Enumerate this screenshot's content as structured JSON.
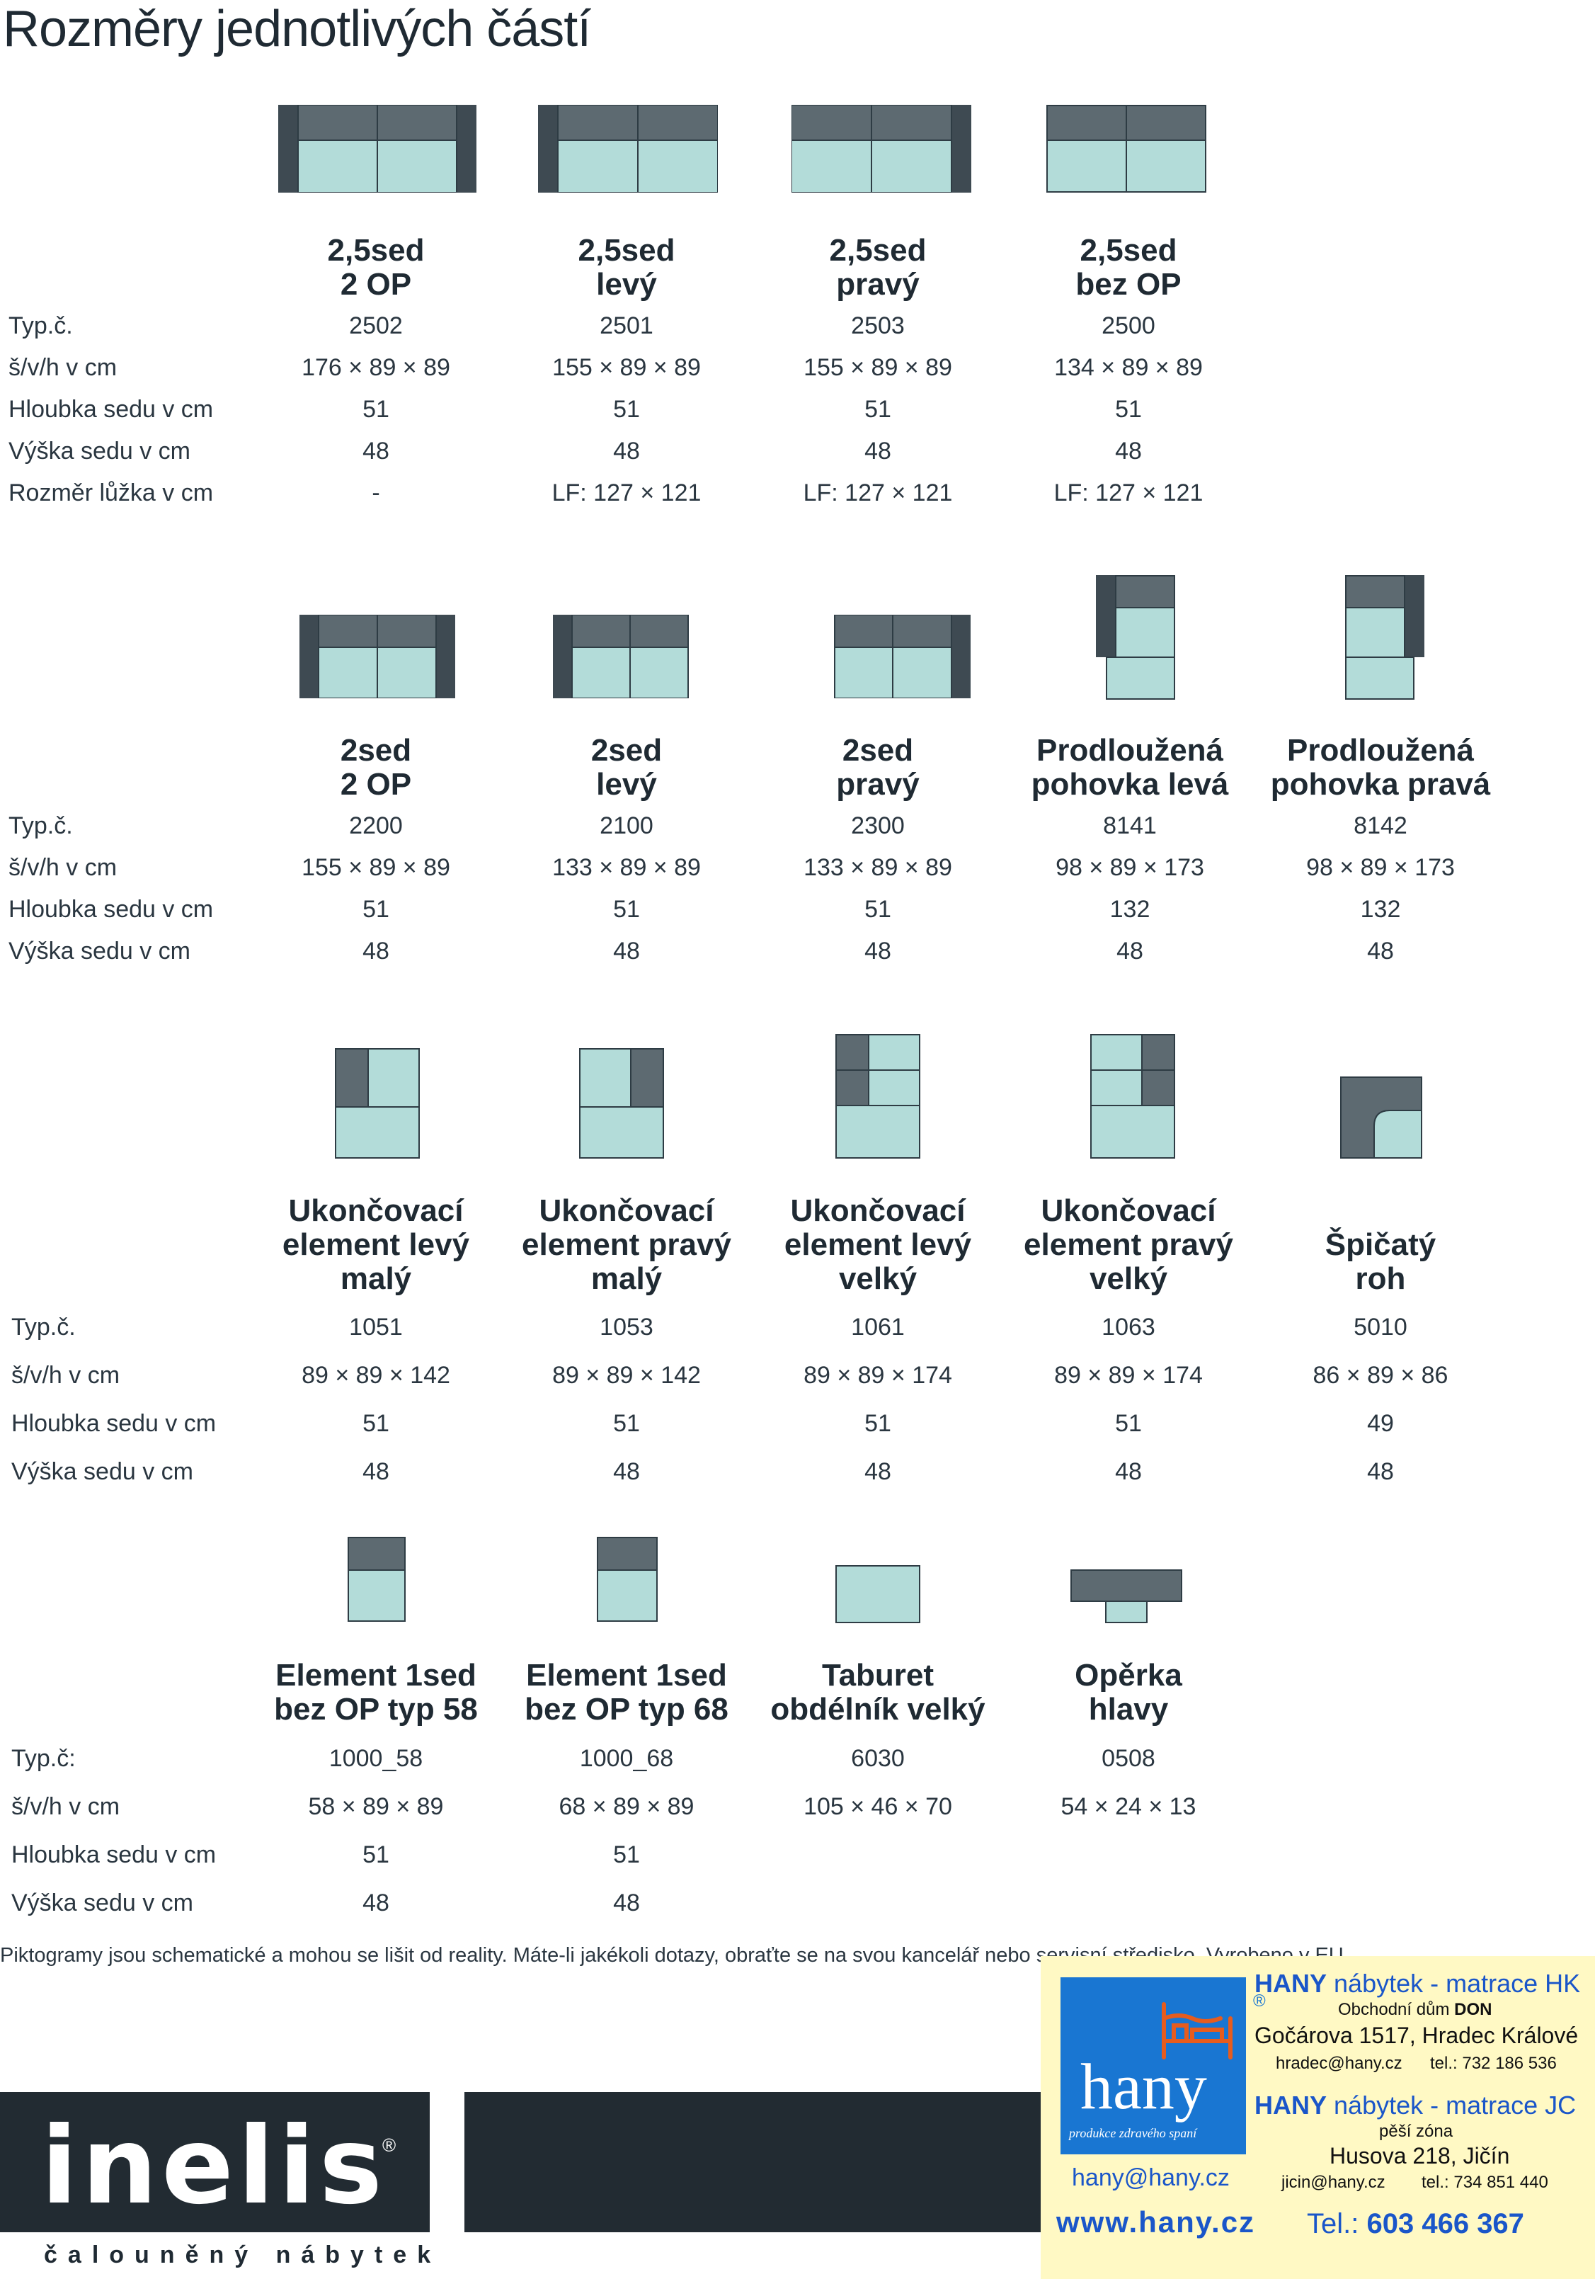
{
  "title": "Rozměry jednotlivých částí",
  "colors": {
    "upholstery": "#b3dcd9",
    "backrest": "#5d6a71",
    "armrest": "#3e4a52",
    "outline": "#2e3c44"
  },
  "sections": [
    {
      "labels": [
        "Typ.č.",
        "š/v/h v cm",
        "Hloubka sedu v cm",
        "Výška sedu v cm",
        "Rozměr lůžka v cm"
      ],
      "items": [
        {
          "name": [
            "2,5sed",
            "2 OP"
          ],
          "values": [
            "2502",
            "176 × 89 × 89",
            "51",
            "48",
            "-"
          ]
        },
        {
          "name": [
            "2,5sed",
            "levý"
          ],
          "values": [
            "2501",
            "155 × 89 × 89",
            "51",
            "48",
            "LF: 127 × 121"
          ]
        },
        {
          "name": [
            "2,5sed",
            "pravý"
          ],
          "values": [
            "2503",
            "155 × 89 × 89",
            "51",
            "48",
            "LF: 127 × 121"
          ]
        },
        {
          "name": [
            "2,5sed",
            "bez OP"
          ],
          "values": [
            "2500",
            "134 × 89 × 89",
            "51",
            "48",
            "LF: 127 × 121"
          ]
        }
      ]
    },
    {
      "labels": [
        "Typ.č.",
        "š/v/h v cm",
        "Hloubka sedu v cm",
        "Výška sedu v cm"
      ],
      "items": [
        {
          "name": [
            "2sed",
            "2 OP"
          ],
          "values": [
            "2200",
            "155 × 89 × 89",
            "51",
            "48"
          ]
        },
        {
          "name": [
            "2sed",
            "levý"
          ],
          "values": [
            "2100",
            "133 × 89 × 89",
            "51",
            "48"
          ]
        },
        {
          "name": [
            "2sed",
            "pravý"
          ],
          "values": [
            "2300",
            "133 × 89 × 89",
            "51",
            "48"
          ]
        },
        {
          "name": [
            "Prodloužená",
            "pohovka levá"
          ],
          "values": [
            "8141",
            "98 × 89 × 173",
            "132",
            "48"
          ]
        },
        {
          "name": [
            "Prodloužená",
            "pohovka pravá"
          ],
          "values": [
            "8142",
            "98 × 89 × 173",
            "132",
            "48"
          ]
        }
      ]
    },
    {
      "labels": [
        "Typ.č.",
        "š/v/h v cm",
        "Hloubka sedu v cm",
        "Výška sedu v cm"
      ],
      "items": [
        {
          "name": [
            "Ukončovací",
            "element levý",
            "malý"
          ],
          "values": [
            "1051",
            "89 × 89 × 142",
            "51",
            "48"
          ]
        },
        {
          "name": [
            "Ukončovací",
            "element pravý",
            "malý"
          ],
          "values": [
            "1053",
            "89 × 89 × 142",
            "51",
            "48"
          ]
        },
        {
          "name": [
            "Ukončovací",
            "element levý",
            "velký"
          ],
          "values": [
            "1061",
            "89 × 89 × 174",
            "51",
            "48"
          ]
        },
        {
          "name": [
            "Ukončovací",
            "element pravý",
            "velký"
          ],
          "values": [
            "1063",
            "89 × 89 × 174",
            "51",
            "48"
          ]
        },
        {
          "name": [
            "Špičatý",
            "roh"
          ],
          "values": [
            "5010",
            "86 × 89 × 86",
            "49",
            "48"
          ]
        }
      ]
    },
    {
      "labels": [
        "Typ.č:",
        "š/v/h v cm",
        "Hloubka sedu v cm",
        "Výška sedu v cm"
      ],
      "items": [
        {
          "name": [
            "Element 1sed",
            "bez OP typ 58"
          ],
          "values": [
            "1000_58",
            "58 × 89 × 89",
            "51",
            "48"
          ]
        },
        {
          "name": [
            "Element 1sed",
            "bez OP typ 68"
          ],
          "values": [
            "1000_68",
            "68 × 89 × 89",
            "51",
            "48"
          ]
        },
        {
          "name": [
            "Taburet",
            "obdélník velký"
          ],
          "values": [
            "6030",
            "105 × 46 × 70"
          ]
        },
        {
          "name": [
            "Opěrka",
            "hlavy"
          ],
          "values": [
            "0508",
            "54 × 24 × 13"
          ]
        }
      ]
    }
  ],
  "footnote": "Piktogramy jsou schematické a mohou se lišit od reality. Máte-li jakékoli dotazy, obraťte se na svou kancelář nebo servisní středisko. Vyrobeno v EU.",
  "inelis": {
    "logo": "inelis",
    "reg": "®",
    "subtitle": "čalouněný nábytek"
  },
  "hany": {
    "logo": "hany",
    "logo_slogan": "produkce zdravého spaní",
    "reg": "®",
    "shop1_brand": "HANY",
    "shop1_rest": "nábytek - matrace HK",
    "shop1_line1_a": "Obchodní dům ",
    "shop1_line1_b": "DON",
    "shop1_address": "Gočárova 1517, Hradec Králové",
    "shop1_email": "hradec@hany.cz",
    "shop1_tel": "tel.: 732 186 536",
    "shop2_brand": "HANY",
    "shop2_rest": "nábytek - matrace JC",
    "shop2_line1": "pěší zóna",
    "shop2_address": "Husova 218, Jičín",
    "shop2_email": "jicin@hany.cz",
    "shop2_tel": "tel.: 734 851 440",
    "email": "hany@hany.cz",
    "web": "www.hany.cz",
    "phone_label": "Tel.: ",
    "phone": "603 466 367"
  }
}
